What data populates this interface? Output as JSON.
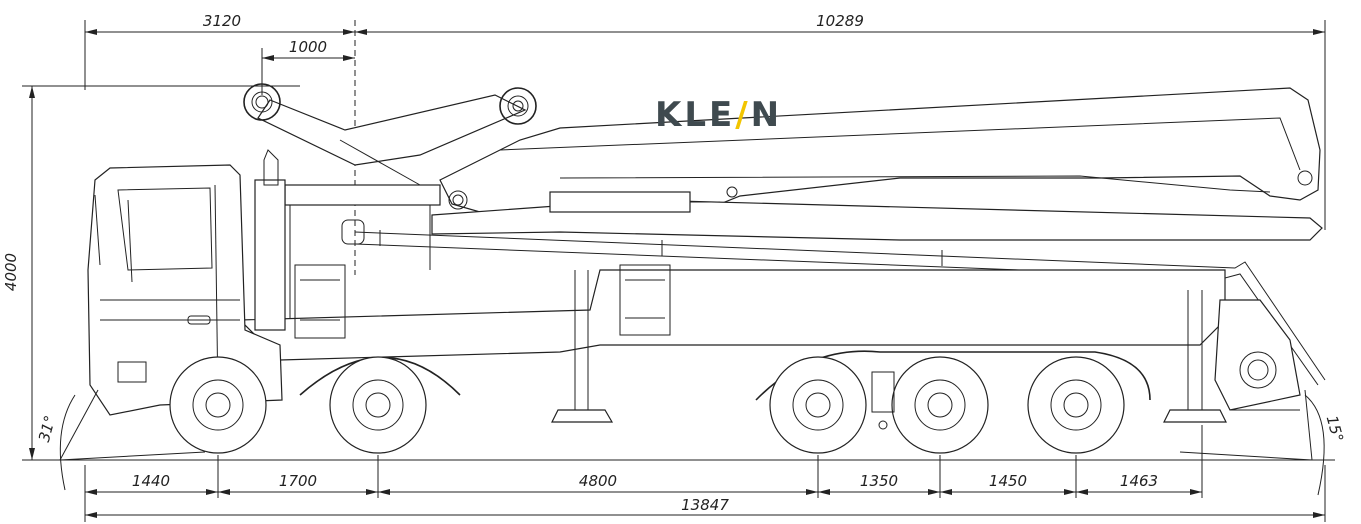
{
  "brand": {
    "name_part1": "KLE",
    "name_slash": "/",
    "name_part2": "N",
    "colors": {
      "text": "#3f4a4f",
      "slash": "#f2c500"
    }
  },
  "dimensions": {
    "top_left": "3120",
    "top_right": "10289",
    "top_sub": "1000",
    "height": "4000",
    "bottom_segments": [
      "1440",
      "1700",
      "4800",
      "1350",
      "1450",
      "1463"
    ],
    "overall_length": "13847",
    "angle_front": "31°",
    "angle_rear": "15°"
  },
  "colors": {
    "line": "#222222",
    "background": "#ffffff"
  }
}
